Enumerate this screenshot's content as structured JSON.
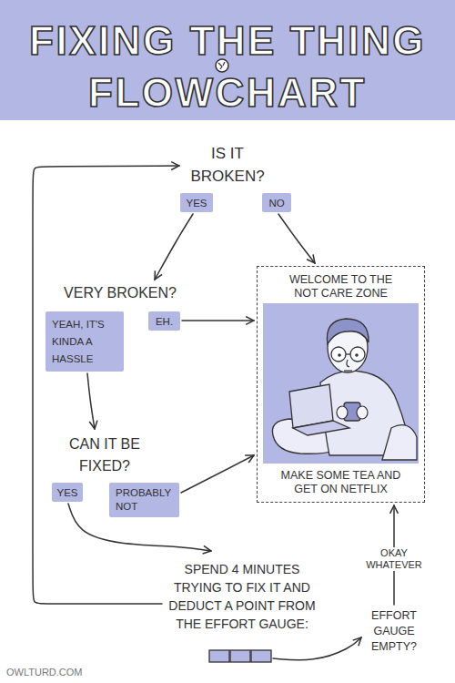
{
  "diagram": {
    "title": "FIXING THE THING FLOWCHART",
    "nodes": [
      {
        "text": [
          "IS IT BROKEN?"
        ]
      },
      {
        "text": [
          "YES"
        ]
      },
      {
        "text": [
          "NO"
        ]
      },
      {
        "text": [
          "WELCOME TO THE NOT CARE ZONE",
          "MAKE SOME TEA AND GET ON NETFLIX"
        ]
      },
      {
        "text": [
          "VERY BROKEN?"
        ]
      },
      {
        "text": [
          "YEAH, IT'S KINDA A HASSLE"
        ]
      },
      {
        "text": [
          "EH."
        ]
      },
      {
        "text": [
          "CAN IT BE FIXED?"
        ]
      },
      {
        "text": [
          "YES"
        ]
      },
      {
        "text": [
          "PROBABLY NOT"
        ]
      },
      {
        "text": [
          "SPEND 4 MINUTES TRYING TO FIX IT AND DEDUCT A POINT FROM THE EFFORT GAUGE:"
        ]
      },
      {
        "text": [
          "EFFORT GAUGE EMPTY?"
        ]
      }
    ],
    "edges": [
      {
        "from": 1,
        "to": 4,
        "arrow": "to"
      },
      {
        "from": 2,
        "to": 3,
        "arrow": "to"
      },
      {
        "from": 6,
        "to": 3,
        "arrow": "to"
      },
      {
        "from": 5,
        "to": 7,
        "arrow": "to"
      },
      {
        "from": 9,
        "to": 3,
        "arrow": "to"
      },
      {
        "from": 8,
        "to": 10,
        "arrow": "to"
      },
      {
        "from": 10,
        "to": 0,
        "arrow": "to"
      },
      {
        "from": 10,
        "to": 11,
        "arrow": "to"
      },
      {
        "from": 11,
        "to": 3,
        "label": "OKAY WHATEVER",
        "arrow": "to"
      }
    ],
    "labels": [
      "OWLTURD.COM"
    ]
  }
}
